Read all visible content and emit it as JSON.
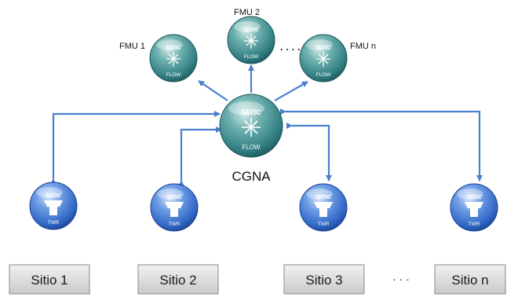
{
  "hub": {
    "name": "CGNA",
    "brand": "TATIC",
    "type": "FLOW"
  },
  "fmus": [
    {
      "label": "FMU 1",
      "brand": "TATIC",
      "type": "FLOW"
    },
    {
      "label": "FMU 2",
      "brand": "TATIC",
      "type": "FLOW"
    },
    {
      "label": "FMU n",
      "brand": "TATIC",
      "type": "FLOW"
    }
  ],
  "fmu_ellipsis": "· · · ·",
  "towers": [
    {
      "brand": "TATIC",
      "type": "TWR"
    },
    {
      "brand": "TATIC",
      "type": "TWR"
    },
    {
      "brand": "TATIC",
      "type": "TWR"
    },
    {
      "brand": "TATIC",
      "type": "TWR"
    }
  ],
  "sites": [
    "Sitio 1",
    "Sitio 2",
    "Sitio 3",
    "Sitio n"
  ],
  "site_ellipsis": "· · ·",
  "colors": {
    "arrow": "#4a7fcf",
    "flow_node": "#2f7d80",
    "tower_node": "#2f66c4",
    "site_box_top": "#f2f2f2",
    "site_box_bottom": "#c9c9c9"
  }
}
